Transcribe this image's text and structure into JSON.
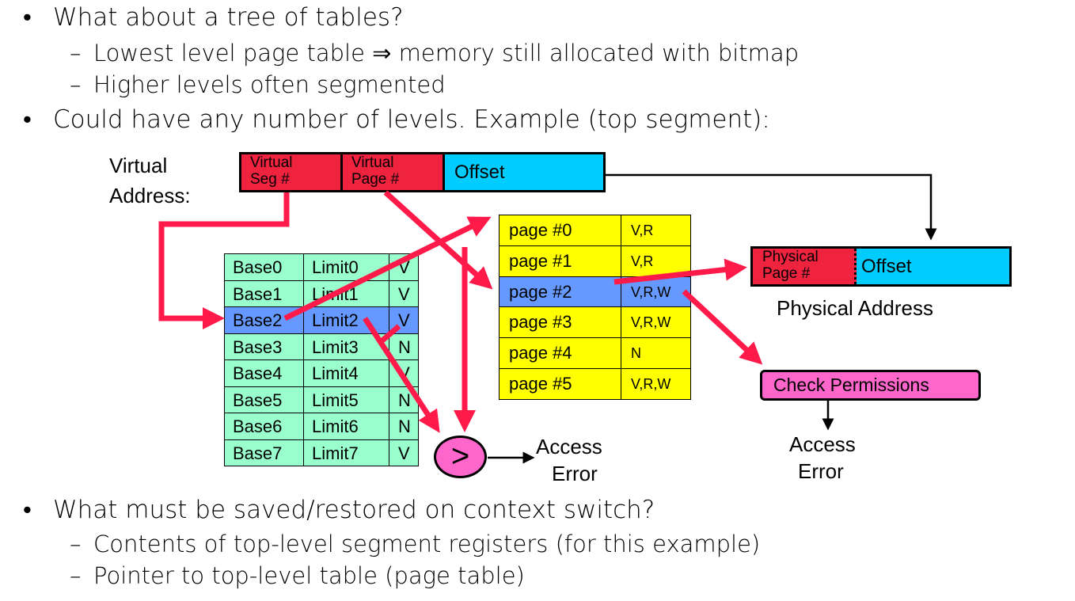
{
  "bullets": {
    "b1": "What about a tree of tables?",
    "b1_sub1": "Lowest level page table ⇒ memory still allocated with bitmap",
    "b1_sub2": "Higher levels often segmented",
    "b2": "Could have any number of levels. Example (top segment):",
    "b3": "What must be saved/restored on context switch?",
    "b3_sub1": "Contents of top-level segment registers (for this example)",
    "b3_sub2": "Pointer to top-level table (page table)",
    "bullet_symbol": "•",
    "dash_symbol": "–"
  },
  "virtual_address": {
    "label_line1": "Virtual",
    "label_line2": "Address:",
    "seg_line1": "Virtual",
    "seg_line2": "Seg #",
    "page_line1": "Virtual",
    "page_line2": "Page #",
    "offset": "Offset"
  },
  "segment_table": {
    "rows": [
      {
        "base": "Base0",
        "limit": "Limit0",
        "valid": "V"
      },
      {
        "base": "Base1",
        "limit": "Limit1",
        "valid": "V"
      },
      {
        "base": "Base2",
        "limit": "Limit2",
        "valid": "V"
      },
      {
        "base": "Base3",
        "limit": "Limit3",
        "valid": "N"
      },
      {
        "base": "Base4",
        "limit": "Limit4",
        "valid": "V"
      },
      {
        "base": "Base5",
        "limit": "Limit5",
        "valid": "N"
      },
      {
        "base": "Base6",
        "limit": "Limit6",
        "valid": "N"
      },
      {
        "base": "Base7",
        "limit": "Limit7",
        "valid": "V"
      }
    ],
    "highlight_row": 2
  },
  "page_table": {
    "rows": [
      {
        "page": "page #0",
        "perm": "V,R"
      },
      {
        "page": "page #1",
        "perm": "V,R"
      },
      {
        "page": "page #2",
        "perm": "V,R,W"
      },
      {
        "page": "page #3",
        "perm": "V,R,W"
      },
      {
        "page": "page #4",
        "perm": "N"
      },
      {
        "page": "page #5",
        "perm": "V,R,W"
      }
    ],
    "highlight_row": 2
  },
  "physical_address": {
    "page_line1": "Physical",
    "page_line2": "Page #",
    "offset": "Offset",
    "caption": "Physical Address"
  },
  "check_permissions": "Check Permissions",
  "comparator": ">",
  "access_error_1": {
    "line1": "Access",
    "line2": "Error"
  },
  "access_error_2": {
    "line1": "Access",
    "line2": "Error"
  },
  "colors": {
    "red": "#f0233f",
    "cyan": "#00ccff",
    "green": "#99ffcc",
    "yellow": "#ffff00",
    "blue_highlight": "#6699ff",
    "pink": "#ff66cc",
    "arrow_red": "#ff1a4a"
  }
}
